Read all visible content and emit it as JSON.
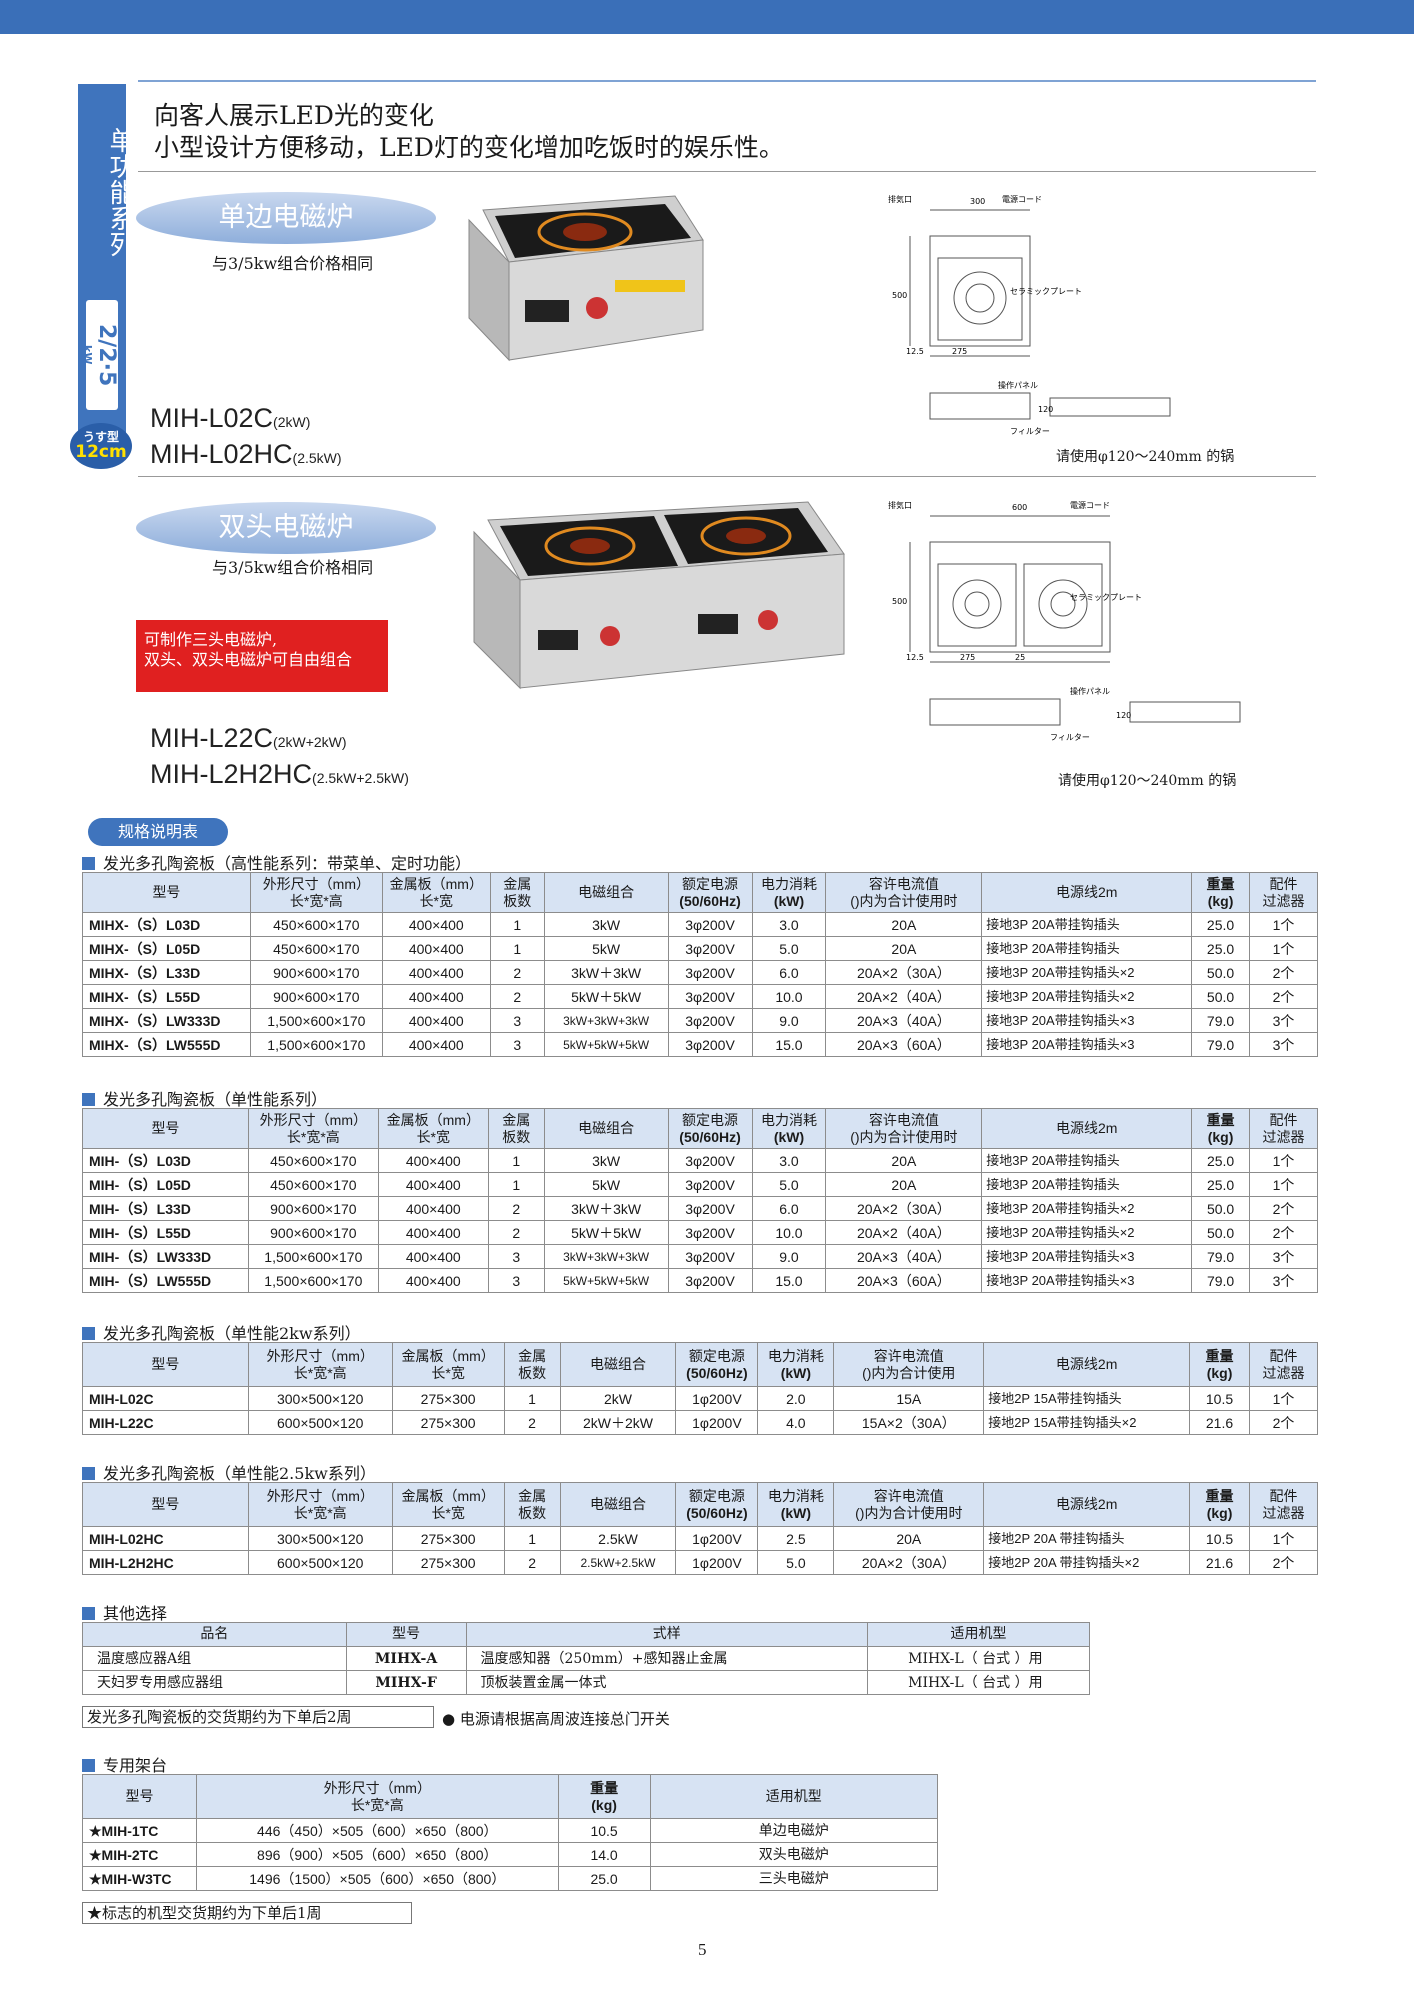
{
  "side": {
    "title": "单功能系列",
    "kw_top": "2/2·5",
    "kw_unit": "kW",
    "badge_top": "うす型",
    "badge_bottom": "12cm"
  },
  "headline": {
    "line1": "向客人展示LED光的变化",
    "line2": "小型设计方便移动，LED灯的变化增加吃饭时的娱乐性。"
  },
  "single": {
    "title": "单边电磁炉",
    "note": "与3/5kw组合价格相同",
    "model1": "MIH-L02C",
    "model1_spec": "(2kW)",
    "model2": "MIH-L02HC",
    "model2_spec": "(2.5kW)",
    "pot_note": "请使用φ120～240mm 的锅",
    "drawing_labels": {
      "exhaust": "排気口",
      "cord": "電源コード",
      "plate": "セラミックプレート",
      "panel": "操作パネル",
      "filter": "フィルター",
      "w": "300",
      "d": "500",
      "a": "275",
      "b": "12.5",
      "h": "120"
    }
  },
  "double": {
    "title": "双头电磁炉",
    "note": "与3/5kw组合价格相同",
    "red_line1": "可制作三头电磁炉,",
    "red_line2": "双头、双头电磁炉可自由组合",
    "model1": "MIH-L22C",
    "model1_spec": "(2kW+2kW)",
    "model2": "MIH-L2H2HC",
    "model2_spec": "(2.5kW+2.5kW)",
    "pot_note": "请使用φ120～240mm 的锅",
    "drawing_labels": {
      "exhaust": "排気口",
      "cord": "電源コード",
      "plate": "セラミックプレート",
      "panel": "操作パネル",
      "filter": "フィルター",
      "w": "600",
      "d": "500",
      "a": "275",
      "b": "12.5",
      "c": "25",
      "h": "120"
    }
  },
  "spec_pill": "规格说明表",
  "headers": {
    "model": "型号",
    "dim": "外形尺寸（mm）",
    "dim_sub": "长*宽*高",
    "plate": "金属板（mm）",
    "plate_sub": "长*宽",
    "count1": "金属",
    "count2": "板数",
    "combo": "电磁组合",
    "volt": "额定电源",
    "volt_sub": "(50/60Hz)",
    "power": "电力消耗",
    "power_sub": "(kW)",
    "cur": "容许电流值",
    "cur_sub": "()内为合计使用时",
    "cord": "电源线2m",
    "wt": "重量",
    "wt_sub": "(kg)",
    "filter1": "配件",
    "filter2": "过滤器"
  },
  "table1": {
    "title": "发光多孔陶瓷板（高性能系列：带菜单、定时功能）",
    "rows": [
      [
        "MIHX-（S）L03D",
        "450×600×170",
        "400×400",
        "1",
        "3kW",
        "3φ200V",
        "3.0",
        "20A",
        "接地3P 20A带挂钩插头",
        "25.0",
        "1个"
      ],
      [
        "MIHX-（S）L05D",
        "450×600×170",
        "400×400",
        "1",
        "5kW",
        "3φ200V",
        "5.0",
        "20A",
        "接地3P 20A带挂钩插头",
        "25.0",
        "1个"
      ],
      [
        "MIHX-（S）L33D",
        "900×600×170",
        "400×400",
        "2",
        "3kW＋3kW",
        "3φ200V",
        "6.0",
        "20A×2（30A）",
        "接地3P 20A带挂钩插头×2",
        "50.0",
        "2个"
      ],
      [
        "MIHX-（S）L55D",
        "900×600×170",
        "400×400",
        "2",
        "5kW＋5kW",
        "3φ200V",
        "10.0",
        "20A×2（40A）",
        "接地3P 20A带挂钩插头×2",
        "50.0",
        "2个"
      ],
      [
        "MIHX-（S）LW333D",
        "1,500×600×170",
        "400×400",
        "3",
        "3kW+3kW+3kW",
        "3φ200V",
        "9.0",
        "20A×3（40A）",
        "接地3P 20A带挂钩插头×3",
        "79.0",
        "3个"
      ],
      [
        "MIHX-（S）LW555D",
        "1,500×600×170",
        "400×400",
        "3",
        "5kW+5kW+5kW",
        "3φ200V",
        "15.0",
        "20A×3（60A）",
        "接地3P 20A带挂钩插头×3",
        "79.0",
        "3个"
      ]
    ]
  },
  "table2": {
    "title": "发光多孔陶瓷板（单性能系列）",
    "rows": [
      [
        "MIH-（S）L03D",
        "450×600×170",
        "400×400",
        "1",
        "3kW",
        "3φ200V",
        "3.0",
        "20A",
        "接地3P 20A带挂钩插头",
        "25.0",
        "1个"
      ],
      [
        "MIH-（S）L05D",
        "450×600×170",
        "400×400",
        "1",
        "5kW",
        "3φ200V",
        "5.0",
        "20A",
        "接地3P 20A带挂钩插头",
        "25.0",
        "1个"
      ],
      [
        "MIH-（S）L33D",
        "900×600×170",
        "400×400",
        "2",
        "3kW＋3kW",
        "3φ200V",
        "6.0",
        "20A×2（30A）",
        "接地3P 20A带挂钩插头×2",
        "50.0",
        "2个"
      ],
      [
        "MIH-（S）L55D",
        "900×600×170",
        "400×400",
        "2",
        "5kW＋5kW",
        "3φ200V",
        "10.0",
        "20A×2（40A）",
        "接地3P 20A带挂钩插头×2",
        "50.0",
        "2个"
      ],
      [
        "MIH-（S）LW333D",
        "1,500×600×170",
        "400×400",
        "3",
        "3kW+3kW+3kW",
        "3φ200V",
        "9.0",
        "20A×3（40A）",
        "接地3P 20A带挂钩插头×3",
        "79.0",
        "3个"
      ],
      [
        "MIH-（S）LW555D",
        "1,500×600×170",
        "400×400",
        "3",
        "5kW+5kW+5kW",
        "3φ200V",
        "15.0",
        "20A×3（60A）",
        "接地3P 20A带挂钩插头×3",
        "79.0",
        "3个"
      ]
    ]
  },
  "table3": {
    "title": "发光多孔陶瓷板（单性能2kw系列）",
    "dim_sub": "长*宽*高",
    "plate_sub": "长*宽",
    "cur_sub": "()内为合计使用",
    "rows": [
      [
        "MIH-L02C",
        "300×500×120",
        "275×300",
        "1",
        "2kW",
        "1φ200V",
        "2.0",
        "15A",
        "接地2P 15A带挂钩插头",
        "10.5",
        "1个"
      ],
      [
        "MIH-L22C",
        "600×500×120",
        "275×300",
        "2",
        "2kW＋2kW",
        "1φ200V",
        "4.0",
        "15A×2（30A）",
        "接地2P 15A带挂钩插头×2",
        "21.6",
        "2个"
      ]
    ]
  },
  "table4": {
    "title": "发光多孔陶瓷板（单性能2.5kw系列）",
    "rows": [
      [
        "MIH-L02HC",
        "300×500×120",
        "275×300",
        "1",
        "2.5kW",
        "1φ200V",
        "2.5",
        "20A",
        "接地2P 20A 带挂钩插头",
        "10.5",
        "1个"
      ],
      [
        "MIH-L2H2HC",
        "600×500×120",
        "275×300",
        "2",
        "2.5kW+2.5kW",
        "1φ200V",
        "5.0",
        "20A×2（30A）",
        "接地2P 20A 带挂钩插头×2",
        "21.6",
        "2个"
      ]
    ]
  },
  "options": {
    "title": "其他选择",
    "headers": [
      "品名",
      "型号",
      "式样",
      "适用机型"
    ],
    "rows": [
      [
        "温度感应器A组",
        "MIHX-A",
        "温度感知器（250mm）+感知器止金属",
        "MIHX-L（ 台式 ）用"
      ],
      [
        "天妇罗专用感应器组",
        "MIHX-F",
        "顶板装置金属一体式",
        "MIHX-L（ 台式 ）用"
      ]
    ]
  },
  "delivery_note": "发光多孔陶瓷板的交货期约为下单后2周",
  "power_note": "电源请根据高周波连接总门开关",
  "stands": {
    "title": "专用架台",
    "headers": {
      "model": "型号",
      "dim": "外形尺寸（mm）",
      "dim_sub": "长*宽*高",
      "wt": "重量",
      "wt_sub": "(kg)",
      "fit": "适用机型"
    },
    "rows": [
      [
        "★MIH-1TC",
        "446（450）×505（600）×650（800）",
        "10.5",
        "单边电磁炉"
      ],
      [
        "★MIH-2TC",
        "896（900）×505（600）×650（800）",
        "14.0",
        "双头电磁炉"
      ],
      [
        "★MIH-W3TC",
        "1496（1500）×505（600）×650（800）",
        "25.0",
        "三头电磁炉"
      ]
    ]
  },
  "star_note": "★标志的机型交货期约为下单后1周",
  "page_number": "5"
}
